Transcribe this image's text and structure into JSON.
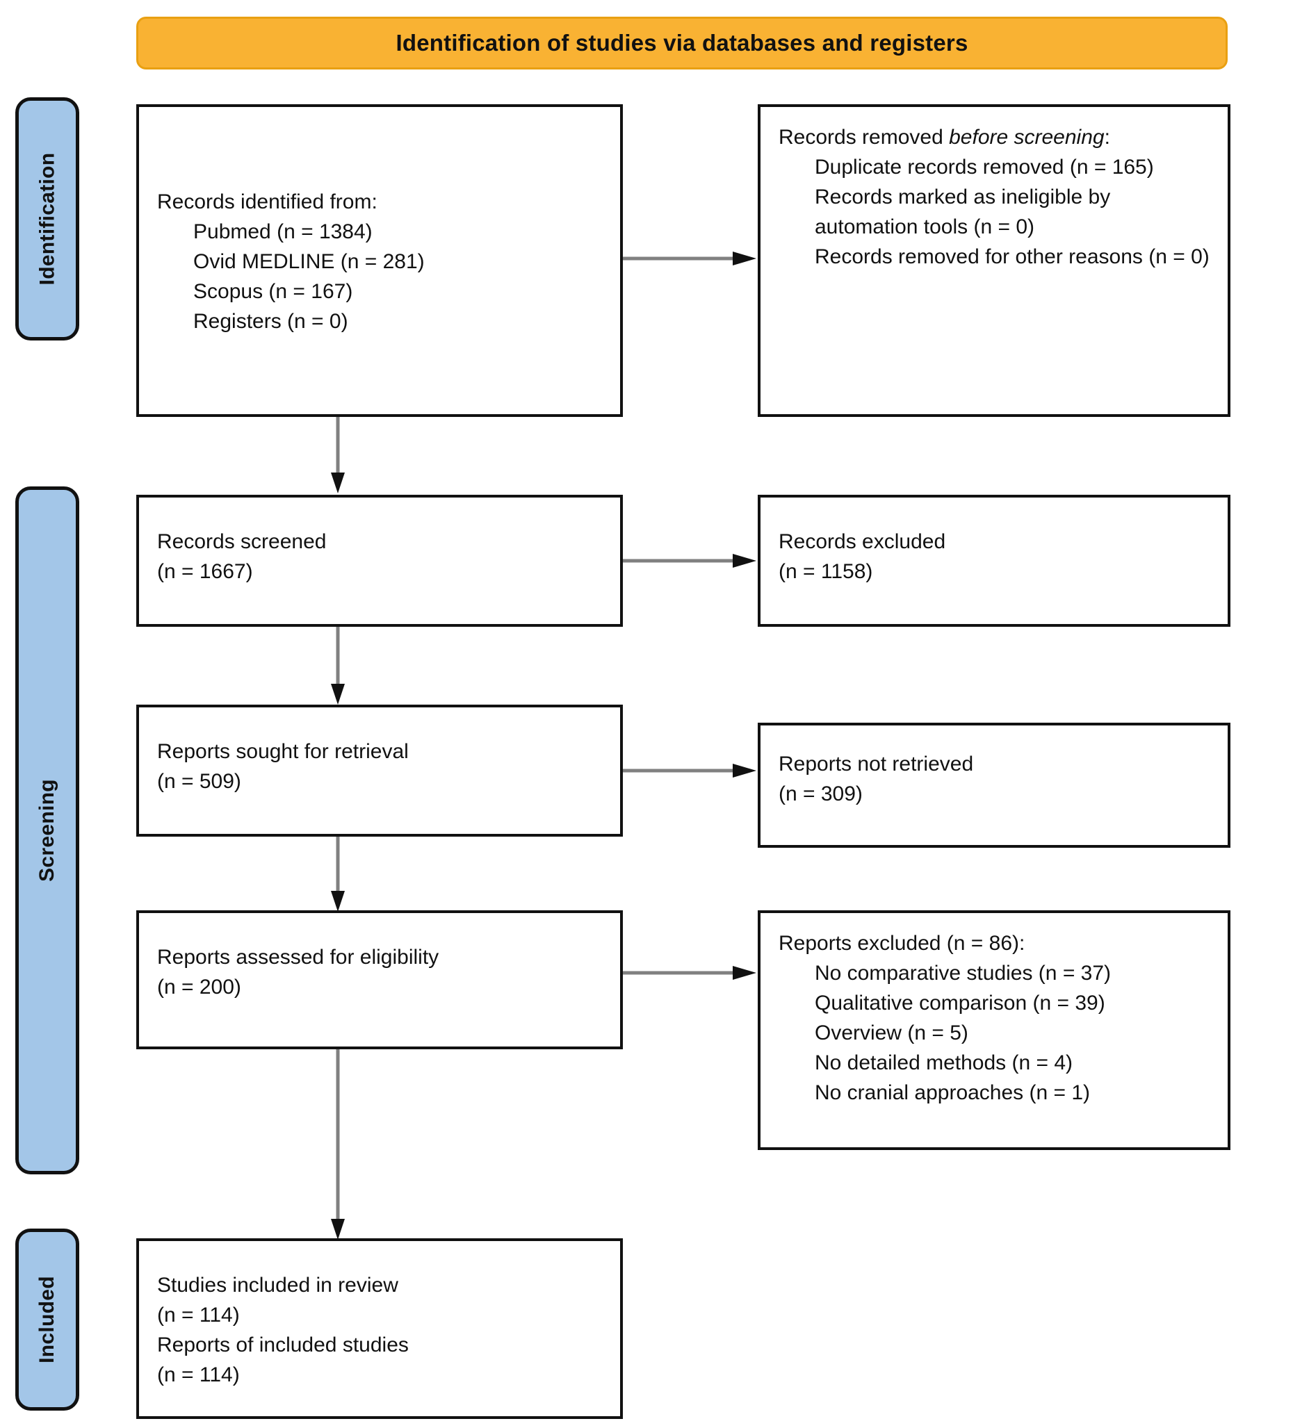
{
  "banner": {
    "title": "Identification of studies via databases and registers",
    "color": "#f9b233"
  },
  "stage_labels": {
    "identification": "Identification",
    "screening": "Screening",
    "included": "Included",
    "color": "#a3c6e8"
  },
  "boxes": {
    "identified": {
      "heading": "Records identified from:",
      "items": [
        "Pubmed (n = 1384)",
        "Ovid MEDLINE (n = 281)",
        "Scopus (n = 167)",
        "Registers (n = 0)"
      ]
    },
    "removed": {
      "heading_plain": "Records removed ",
      "heading_italic": "before screening",
      "heading_suffix": ":",
      "items": [
        "Duplicate records removed (n = 165)",
        "Records marked as ineligible by automation tools (n = 0)",
        "Records removed for other reasons (n = 0)"
      ]
    },
    "screened": {
      "line1": "Records screened",
      "line2": "(n = 1667)"
    },
    "excluded": {
      "line1": "Records excluded",
      "line2": "(n = 1158)"
    },
    "sought": {
      "line1": "Reports sought for retrieval",
      "line2": "(n = 509)"
    },
    "not_retrieved": {
      "line1": "Reports not retrieved",
      "line2": "(n = 309)"
    },
    "assessed": {
      "line1": "Reports assessed for eligibility",
      "line2": "(n = 200)"
    },
    "reports_excluded": {
      "heading": "Reports excluded (n = 86):",
      "items": [
        "No comparative studies (n = 37)",
        "Qualitative comparison (n = 39)",
        "Overview (n = 5)",
        "No detailed methods (n = 4)",
        "No cranial approaches (n = 1)"
      ]
    },
    "included": {
      "line1": "Studies included in review",
      "line2": "(n = 114)",
      "line3": "Reports of included studies",
      "line4": "(n = 114)"
    }
  },
  "connectors": {
    "arrow_color": "#808080",
    "arrowhead_color": "#111111"
  }
}
